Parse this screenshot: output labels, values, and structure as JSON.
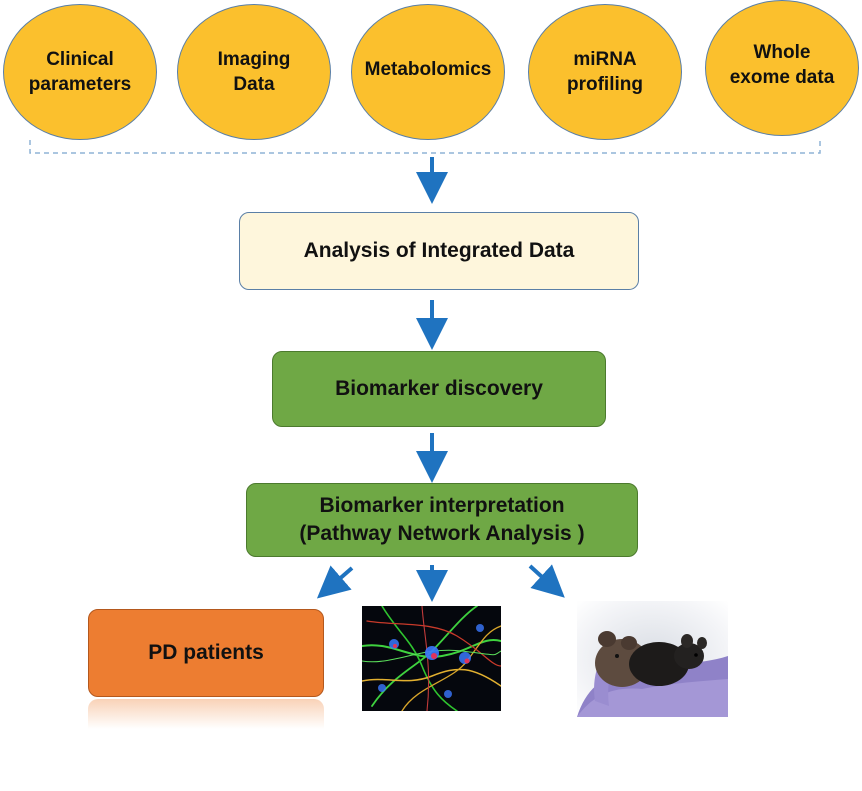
{
  "data_sources": [
    {
      "label": "Clinical\nparameters"
    },
    {
      "label": "Imaging\nData"
    },
    {
      "label": "Metabolomics"
    },
    {
      "label": "miRNA\nprofiling"
    },
    {
      "label": "Whole\nexome data"
    }
  ],
  "steps": {
    "analysis": "Analysis of Integrated Data",
    "discovery": "Biomarker discovery",
    "interpretation_line1": "Biomarker interpretation",
    "interpretation_line2": "(Pathway Network Analysis )"
  },
  "outputs": {
    "patients": "PD patients"
  },
  "colors": {
    "oval_fill": "#fbc02d",
    "analysis_fill": "#fef6dc",
    "green_fill": "#6fa845",
    "orange_fill": "#ed7d31",
    "arrow": "#1f73c0"
  }
}
